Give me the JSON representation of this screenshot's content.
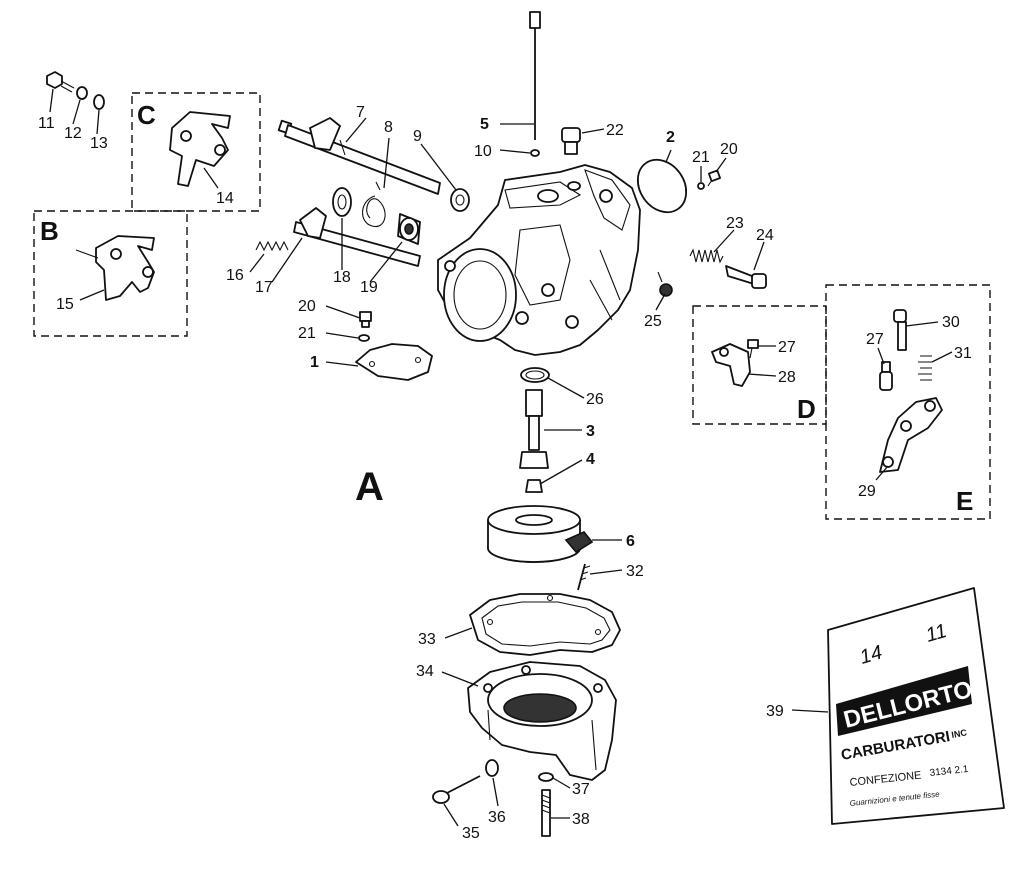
{
  "diagram": {
    "main_label": "A",
    "groups": {
      "b": "B",
      "c": "C",
      "d": "D",
      "e": "E"
    },
    "callouts": {
      "c1": "1",
      "c2": "2",
      "c3": "3",
      "c4": "4",
      "c5": "5",
      "c6": "6",
      "c7": "7",
      "c8": "8",
      "c9": "9",
      "c10": "10",
      "c11": "11",
      "c12": "12",
      "c13": "13",
      "c14": "14",
      "c15": "15",
      "c16": "16",
      "c17": "17",
      "c18": "18",
      "c19": "19",
      "c20a": "20",
      "c20b": "20",
      "c21a": "21",
      "c21b": "21",
      "c22": "22",
      "c23": "23",
      "c24": "24",
      "c25": "25",
      "c26": "26",
      "c27a": "27",
      "c27b": "27",
      "c28": "28",
      "c29": "29",
      "c30": "30",
      "c31": "31",
      "c32": "32",
      "c33": "33",
      "c34": "34",
      "c35": "35",
      "c36": "36",
      "c37": "37",
      "c38": "38",
      "c39": "39"
    },
    "bag": {
      "brand": "DELLORTO",
      "sub": "CARBURATORI",
      "inc": "INC",
      "line1": "CONFEZIONE",
      "code": "3134 2.1",
      "line2": "Guarnizioni e tenute fisse",
      "scribble1": "14",
      "scribble2": "11"
    }
  }
}
